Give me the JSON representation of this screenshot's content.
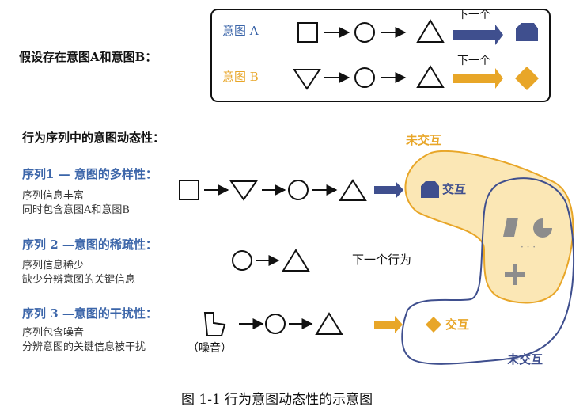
{
  "legend": {
    "assumption": "假设存在意图A和意图B：",
    "intent_a": "意图 A",
    "intent_b": "意图 B",
    "next_a": "下一个",
    "next_b": "下一个"
  },
  "section": {
    "title": "行为序列中的意图动态性："
  },
  "sequences": [
    {
      "title": "序列1 — 意图的多样性：",
      "desc1": "序列信息丰富",
      "desc2": "同时包含意图A和意图B"
    },
    {
      "title": "序列 2 —意图的稀疏性：",
      "desc1": "序列信息稀少",
      "desc2": "缺少分辨意图的关键信息"
    },
    {
      "title": "序列 3 —意图的干扰性：",
      "desc1": "序列包含噪音",
      "desc2": "分辨意图的关键信息被干扰"
    }
  ],
  "labels": {
    "no_interact_top": "未交互",
    "no_interact_bottom": "未交互",
    "interact_blue": "交互",
    "interact_orange": "交互",
    "next_behavior": "下一个行为",
    "noise": "（噪音）",
    "dots": "· · ·"
  },
  "caption": "图 1-1  行为意图动态性的示意图",
  "colors": {
    "blue": "#3B65A9",
    "navy": "#3F4F8E",
    "orange": "#E8A628",
    "orange_fill": "#FBE7B5",
    "gray": "#8C8C8C",
    "black": "#111111"
  }
}
